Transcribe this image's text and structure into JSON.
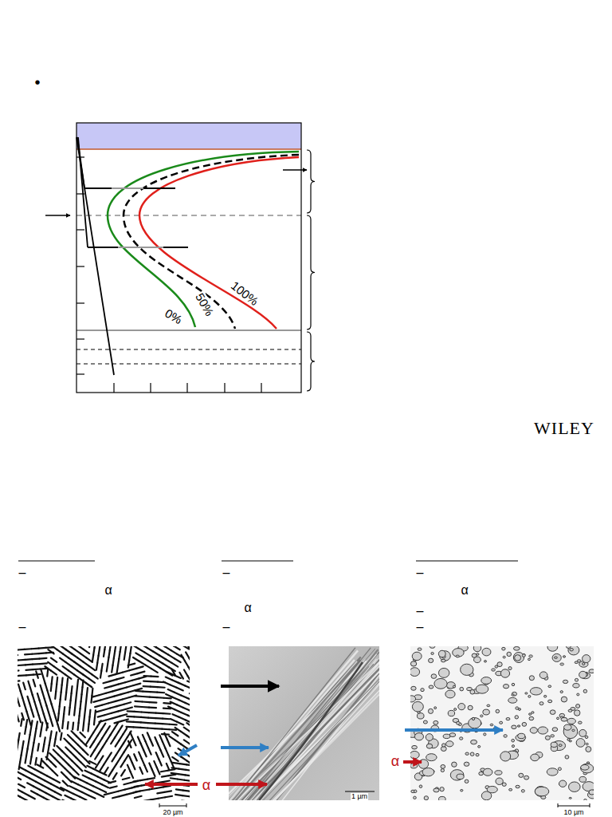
{
  "diagram": {
    "labels": [
      "•",
      "100%",
      "50%",
      "0%",
      "WILEY",
      "–",
      "α",
      "–",
      "–",
      "α",
      "–",
      "–",
      "α",
      "–",
      "–",
      "α",
      "α",
      "20 µm",
      "1 µm",
      "10 µm"
    ]
  }
}
